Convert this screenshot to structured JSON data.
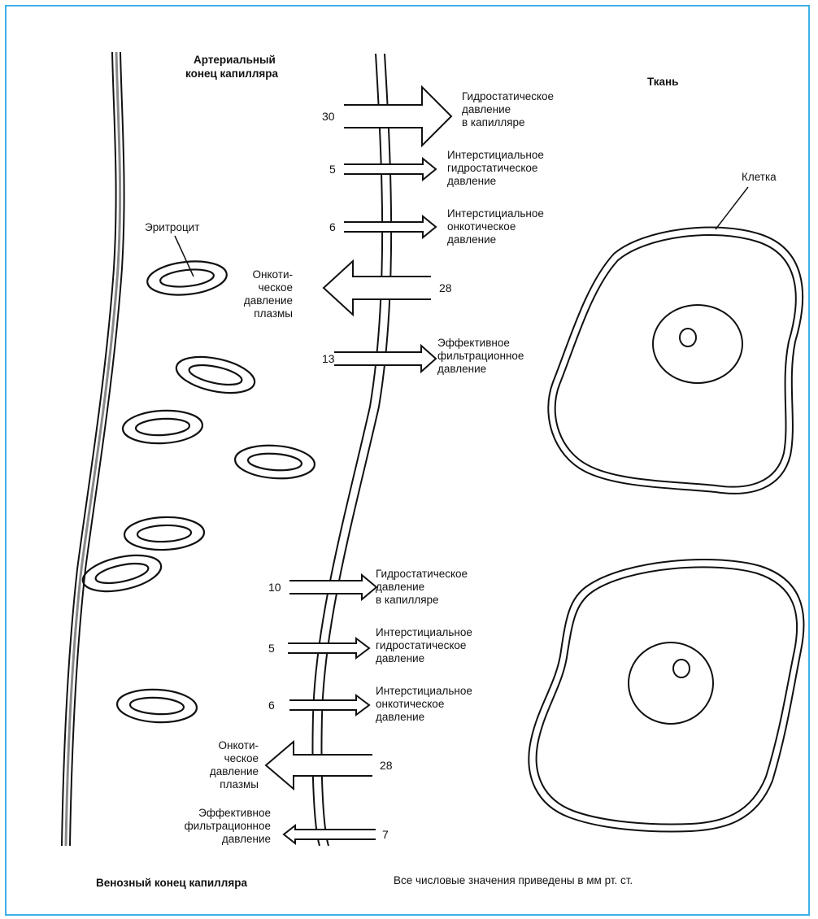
{
  "colors": {
    "frame": "#3db0e8",
    "ink": "#111111"
  },
  "labels": {
    "arterial_end": [
      "Артериальный",
      "конец капилляра"
    ],
    "tissue": "Ткань",
    "cell": "Клетка",
    "erythrocyte": "Эритроцит",
    "venous_end": "Венозный конец капилляра",
    "units_note": "Все числовые значения приведены в мм рт. ст."
  },
  "arterial_forces": [
    {
      "value": "30",
      "direction": "out",
      "label": [
        "Гидростатическое",
        "давление",
        "в капилляре"
      ]
    },
    {
      "value": "5",
      "direction": "out",
      "label": [
        "Интерстициальное",
        "гидростатическое",
        "давление"
      ]
    },
    {
      "value": "6",
      "direction": "out",
      "label": [
        "Интерстициальное",
        "онкотическое",
        "давление"
      ]
    },
    {
      "value": "28",
      "direction": "in",
      "label": [
        "Онкоти-",
        "ческое",
        "давление",
        "плазмы"
      ]
    },
    {
      "value": "13",
      "direction": "out",
      "label": [
        "Эффективное",
        "фильтрационное",
        "давление"
      ]
    }
  ],
  "venous_forces": [
    {
      "value": "10",
      "direction": "out",
      "label": [
        "Гидростатическое",
        "давление",
        "в капилляре"
      ]
    },
    {
      "value": "5",
      "direction": "out",
      "label": [
        "Интерстициальное",
        "гидростатическое",
        "давление"
      ]
    },
    {
      "value": "6",
      "direction": "out",
      "label": [
        "Интерстициальное",
        "онкотическое",
        "давление"
      ]
    },
    {
      "value": "28",
      "direction": "in",
      "label": [
        "Онкоти-",
        "ческое",
        "давление",
        "плазмы"
      ]
    },
    {
      "value": "7",
      "direction": "in",
      "label": [
        "Эффективное",
        "фильтрационное",
        "давление"
      ]
    }
  ]
}
